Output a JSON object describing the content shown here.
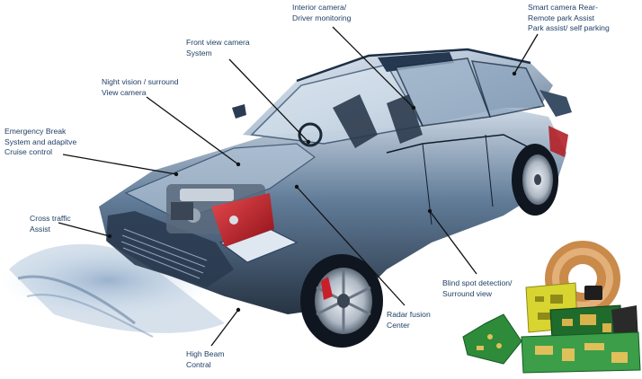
{
  "callouts": [
    {
      "id": "interior-camera",
      "lines": [
        "Interior camera/",
        "Driver monitoring"
      ]
    },
    {
      "id": "smart-camera",
      "lines": [
        "Smart camera Rear-",
        "Remote park Assist",
        "Park assist/ self parking"
      ]
    },
    {
      "id": "front-view-camera",
      "lines": [
        "Front view camera",
        "System"
      ]
    },
    {
      "id": "night-vision",
      "lines": [
        "Night vision / surround",
        "View camera"
      ]
    },
    {
      "id": "emergency-brake",
      "lines": [
        "Emergency Break",
        "System and adapitve",
        "Cruise control"
      ]
    },
    {
      "id": "cross-traffic",
      "lines": [
        "Cross traffic",
        "Assist"
      ]
    },
    {
      "id": "blind-spot",
      "lines": [
        "Blind spot detection/",
        "Surround view"
      ]
    },
    {
      "id": "radar-fusion",
      "lines": [
        "Radar fusion",
        "Center"
      ]
    },
    {
      "id": "high-beam",
      "lines": [
        "High Beam",
        "Contral"
      ]
    }
  ],
  "colors": {
    "label_text": "#1f3f66",
    "leader_line": "#111111",
    "car_glass": "#2b4a6e",
    "car_body_dark": "#1b2a3d",
    "engine_red": "#c8202a",
    "pcb_green": "#2e8b3a",
    "pcb_yellow": "#d8d430",
    "copper_coil": "#c98a4a"
  }
}
